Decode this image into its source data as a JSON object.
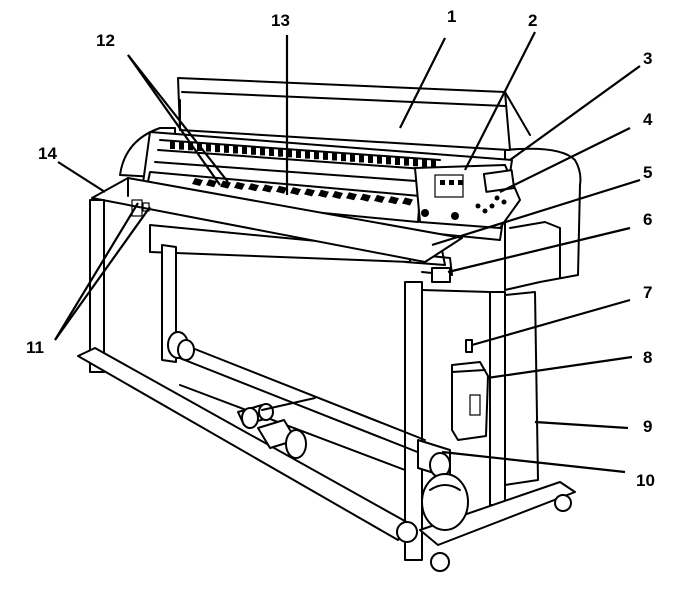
{
  "figure": {
    "callouts": [
      {
        "id": "1",
        "label": "1"
      },
      {
        "id": "2",
        "label": "2"
      },
      {
        "id": "3",
        "label": "3"
      },
      {
        "id": "4",
        "label": "4"
      },
      {
        "id": "5",
        "label": "5"
      },
      {
        "id": "6",
        "label": "6"
      },
      {
        "id": "7",
        "label": "7"
      },
      {
        "id": "8",
        "label": "8"
      },
      {
        "id": "9",
        "label": "9"
      },
      {
        "id": "10",
        "label": "10"
      },
      {
        "id": "11",
        "label": "11"
      },
      {
        "id": "12",
        "label": "12"
      },
      {
        "id": "13",
        "label": "13"
      },
      {
        "id": "14",
        "label": "14"
      }
    ]
  }
}
